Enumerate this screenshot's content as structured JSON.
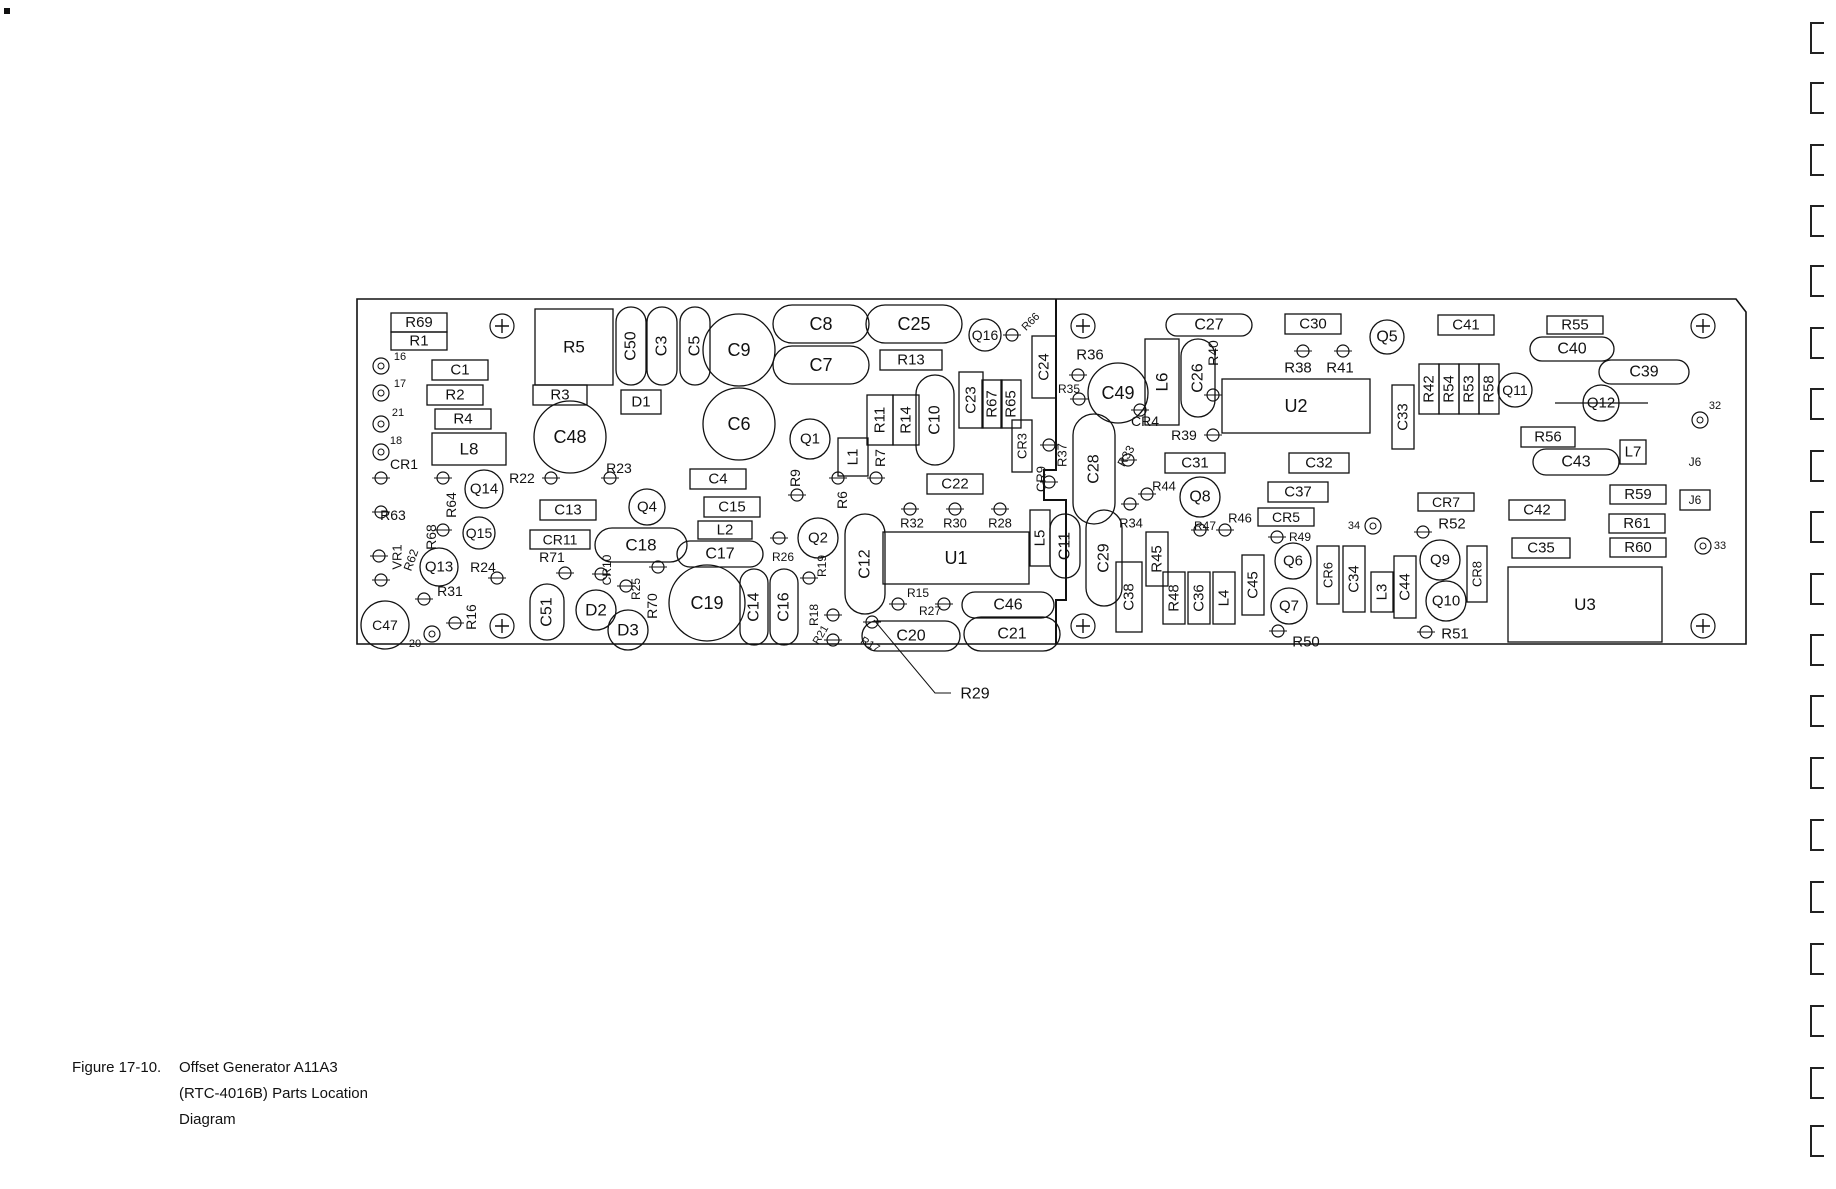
{
  "figure": {
    "label": "Figure 17-10.",
    "caption_lines": [
      "Offset Generator A11A3",
      "(RTC-4016B) Parts Location",
      "Diagram"
    ]
  },
  "board": {
    "outline_color": "#111111",
    "component_labels": {
      "resistors": [
        "R69",
        "R1",
        "R2",
        "R3",
        "R4",
        "R5",
        "R6",
        "R7",
        "R9",
        "R11",
        "R13",
        "R14",
        "R15",
        "R16",
        "R17",
        "R18",
        "R19",
        "R21",
        "R22",
        "R23",
        "R24",
        "R25",
        "R26",
        "R27",
        "R28",
        "R29",
        "R30",
        "R31",
        "R32",
        "R33",
        "R34",
        "R35",
        "R36",
        "R37",
        "R38",
        "R39",
        "R40",
        "R41",
        "R42",
        "R44",
        "R45",
        "R46",
        "R47",
        "R48",
        "R49",
        "R50",
        "R51",
        "R52",
        "R53",
        "R54",
        "R55",
        "R56",
        "R58",
        "R59",
        "R60",
        "R61",
        "R62",
        "R63",
        "R64",
        "R65",
        "R66",
        "R67",
        "R68",
        "R70",
        "R71"
      ],
      "capacitors": [
        "C1",
        "C3",
        "C4",
        "C5",
        "C6",
        "C7",
        "C8",
        "C9",
        "C10",
        "C11",
        "C12",
        "C13",
        "C14",
        "C15",
        "C16",
        "C17",
        "C18",
        "C19",
        "C20",
        "C21",
        "C22",
        "C23",
        "C24",
        "C25",
        "C26",
        "C27",
        "C28",
        "C29",
        "C30",
        "C31",
        "C32",
        "C33",
        "C34",
        "C35",
        "C36",
        "C37",
        "C38",
        "C39",
        "C40",
        "C41",
        "C42",
        "C43",
        "C44",
        "C45",
        "C46",
        "C47",
        "C48",
        "C49",
        "C50",
        "C51"
      ],
      "semiconductors": [
        "Q1",
        "Q2",
        "Q4",
        "Q5",
        "Q6",
        "Q7",
        "Q8",
        "Q9",
        "Q10",
        "Q11",
        "Q12",
        "Q13",
        "Q14",
        "Q15",
        "Q16",
        "D1",
        "D2",
        "D3",
        "CR1",
        "CR3",
        "CR4",
        "CR5",
        "CR6",
        "CR7",
        "CR8",
        "CR9",
        "CR10",
        "CR11",
        "VR1"
      ],
      "inductors_ics": [
        "L1",
        "L2",
        "L3",
        "L4",
        "L5",
        "L6",
        "L7",
        "L8",
        "U1",
        "U2",
        "U3",
        "J6"
      ],
      "test_points": [
        "16",
        "17",
        "18",
        "20",
        "21",
        "32",
        "33",
        "34"
      ]
    }
  }
}
